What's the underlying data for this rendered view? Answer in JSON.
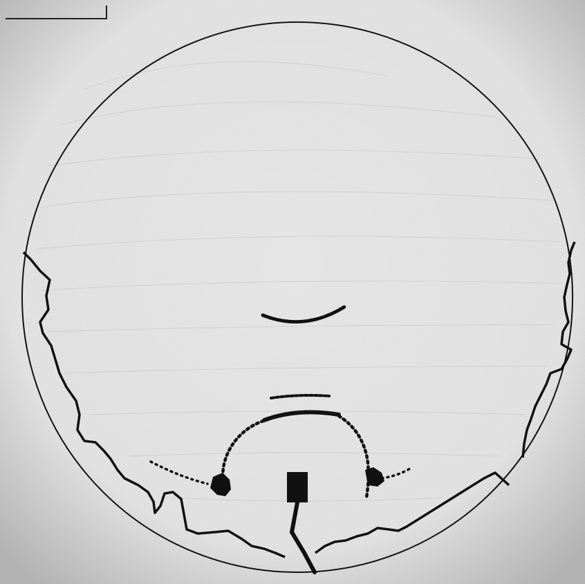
{
  "drawing": {
    "paper_color": "#e6e6e6",
    "ink_color": "#111111",
    "pencil_shade_color": "#d6d6d6",
    "has_corner_box": true,
    "has_circle_outline": true,
    "has_pencil_shading": true,
    "marks": [
      "outer-boundary-left",
      "outer-boundary-bottom",
      "outer-boundary-right",
      "upper-arc-dots",
      "short-dash-row",
      "dense-arc-row",
      "dotted-dome",
      "left-dotted-wing",
      "right-dotted-wing",
      "probe-block",
      "probe-cable"
    ]
  }
}
